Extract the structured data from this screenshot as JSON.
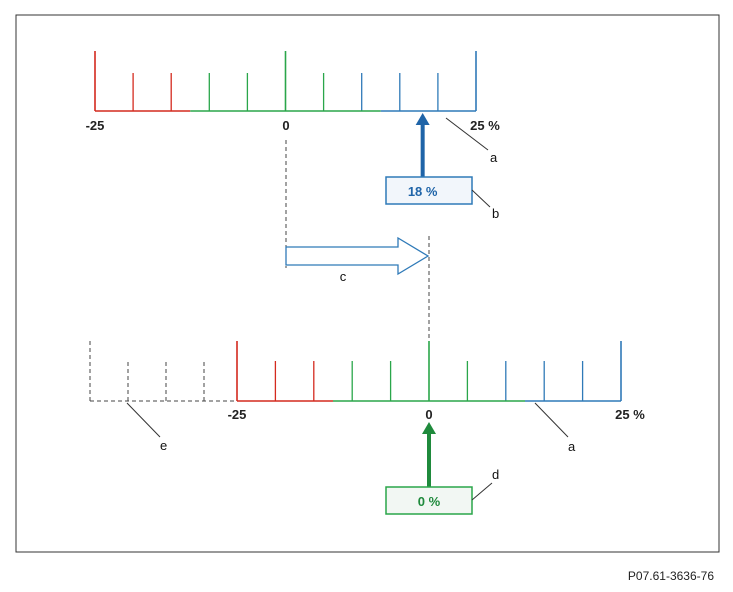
{
  "colors": {
    "red": "#d42a1e",
    "green": "#2aa64a",
    "blue": "#2f7ab8",
    "dark_blue": "#1f64a8",
    "dark_green": "#1f8a3c",
    "frame": "#333333",
    "dashed": "#444444",
    "box_fill": "#f2f7f3"
  },
  "top_scale": {
    "min_label": "-25",
    "zero_label": "0",
    "max_label": "25 %",
    "indicator": {
      "text": "18 %",
      "value": 18
    },
    "scale_callout": "a",
    "box_callout": "b"
  },
  "shift_arrow": {
    "callout": "c"
  },
  "bottom_scale": {
    "min_label": "-25",
    "zero_label": "0",
    "max_label": "25 %",
    "indicator": {
      "text": "0 %",
      "value": 0
    },
    "scale_callout": "a",
    "box_callout": "d",
    "dashed_callout": "e"
  },
  "figure_id": "P07.61-3636-76"
}
